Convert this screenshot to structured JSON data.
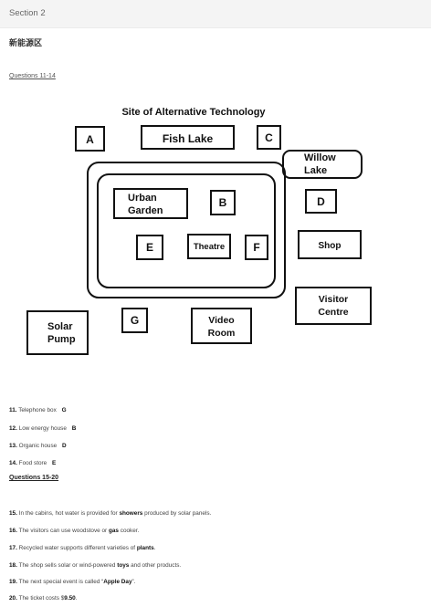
{
  "header": {
    "section": "Section 2",
    "subtitle": "新能源区"
  },
  "questions_link": "Questions 11-14",
  "map": {
    "title": "Site of Alternative Technology",
    "labels": {
      "a": "A",
      "fish_lake": "Fish Lake",
      "c": "C",
      "willow_1": "Willow",
      "willow_2": "Lake",
      "urban_1": "Urban",
      "urban_2": "Garden",
      "b": "B",
      "d": "D",
      "e": "E",
      "theatre": "Theatre",
      "f": "F",
      "shop": "Shop",
      "visitor_1": "Visitor",
      "visitor_2": "Centre",
      "solar_1": "Solar",
      "solar_2": "Pump",
      "g": "G",
      "video_1": "Video",
      "video_2": "Room"
    }
  },
  "q11_14": [
    {
      "num": "11.",
      "text": "Telephone box",
      "answer": "G"
    },
    {
      "num": "12.",
      "text": "Low energy house",
      "answer": "B"
    },
    {
      "num": "13.",
      "text": "Organic house",
      "answer": "D"
    },
    {
      "num": "14.",
      "text": "Food store",
      "answer": "E"
    }
  ],
  "q15_20_heading": "Questions 15-20",
  "q15_20": [
    {
      "num": "15.",
      "pre": "In the cabins, hot water is provided for ",
      "answer": "showers",
      "post": " produced by solar panels."
    },
    {
      "num": "16.",
      "pre": "The visitors can use woodstove or ",
      "answer": "gas",
      "post": " cooker."
    },
    {
      "num": "17.",
      "pre": "Recycled water supports different varieties of ",
      "answer": "plants",
      "post": "."
    },
    {
      "num": "18.",
      "pre": "The shop sells solar or wind-powered ",
      "answer": "toys",
      "post": " and other products."
    },
    {
      "num": "19.",
      "pre": "The next special event is called “",
      "answer": "Apple Day",
      "post": "”."
    },
    {
      "num": "20.",
      "pre": "The ticket costs $",
      "answer": "9.50",
      "post": "."
    }
  ]
}
